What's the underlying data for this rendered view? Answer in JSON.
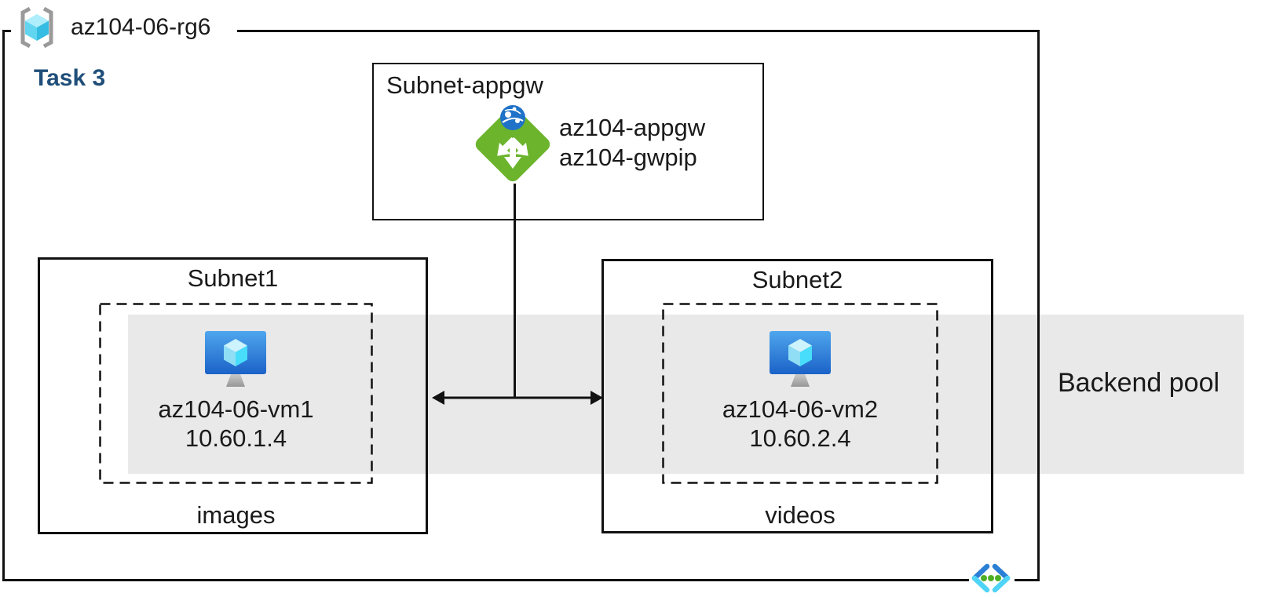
{
  "diagram": {
    "task_label": "Task 3",
    "resource_group": {
      "name": "az104-06-rg6"
    },
    "appgw_subnet": {
      "title": "Subnet-appgw",
      "gateway_name": "az104-appgw",
      "public_ip_name": "az104-gwpip"
    },
    "subnet1": {
      "title": "Subnet1",
      "vm_name": "az104-06-vm1",
      "vm_ip": "10.60.1.4",
      "share_label": "images"
    },
    "subnet2": {
      "title": "Subnet2",
      "vm_name": "az104-06-vm2",
      "vm_ip": "10.60.2.4",
      "share_label": "videos"
    },
    "backend_pool_label": "Backend pool",
    "icons": {
      "resource_group": "resource-group-icon",
      "application_gateway": "application-gateway-icon",
      "virtual_machine_1": "virtual-machine-icon",
      "virtual_machine_2": "virtual-machine-icon",
      "virtual_network": "virtual-network-icon"
    },
    "colors": {
      "task_label": "#1F4E79",
      "backend_band": "#E9E9E9",
      "appgw_green": "#6CB42C",
      "globe_blue": "#1F72C8",
      "vm_screen_top": "#4FA6ED",
      "vm_screen_bottom": "#1B62C8",
      "cube_cyan": "#50E6FF",
      "line_black": "#111111"
    }
  }
}
